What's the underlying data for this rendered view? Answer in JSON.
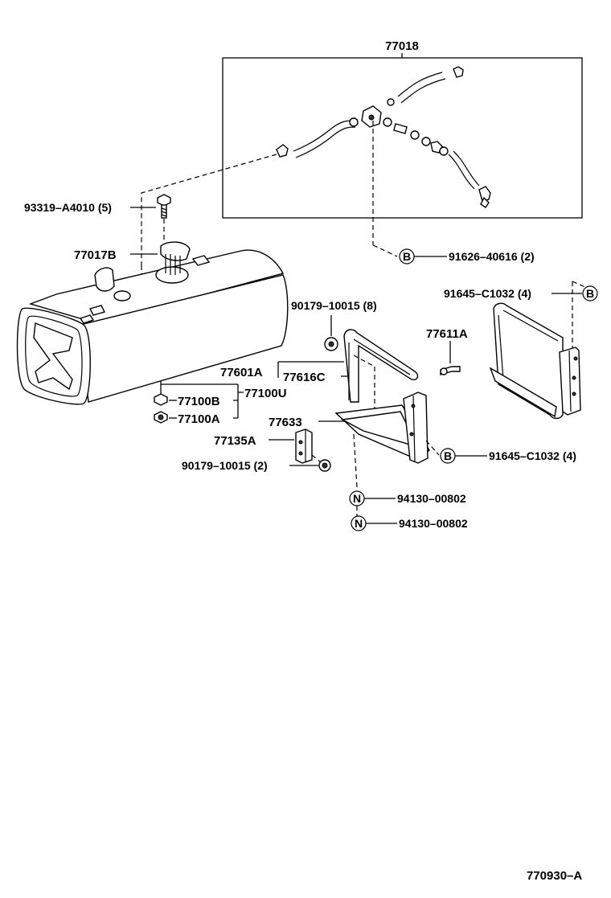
{
  "labels": {
    "assembly_77018": "77018",
    "bolt_93319": "93319–A4010 (5)",
    "gauge_77017b": "77017B",
    "clip_91626": "91626–40616 (2)",
    "nut_90179_8": "90179–10015 (8)",
    "bolt_77611a": "77611A",
    "clamp_91645_top": "91645–C1032 (4)",
    "band_77601a": "77601A",
    "band_77616c": "77616C",
    "tank_77100u": "77100U",
    "plug_77100b": "77100B",
    "gasket_77100a": "77100A",
    "protector_77633": "77633",
    "bracket_77135a": "77135A",
    "nut_90179_2": "90179–10015 (2)",
    "clamp_91645_bottom": "91645–C1032 (4)",
    "nut_94130_1": "94130–00802",
    "nut_94130_2": "94130–00802",
    "drawing_number": "770930–A"
  },
  "markers": {
    "b": "B",
    "n": "N"
  }
}
